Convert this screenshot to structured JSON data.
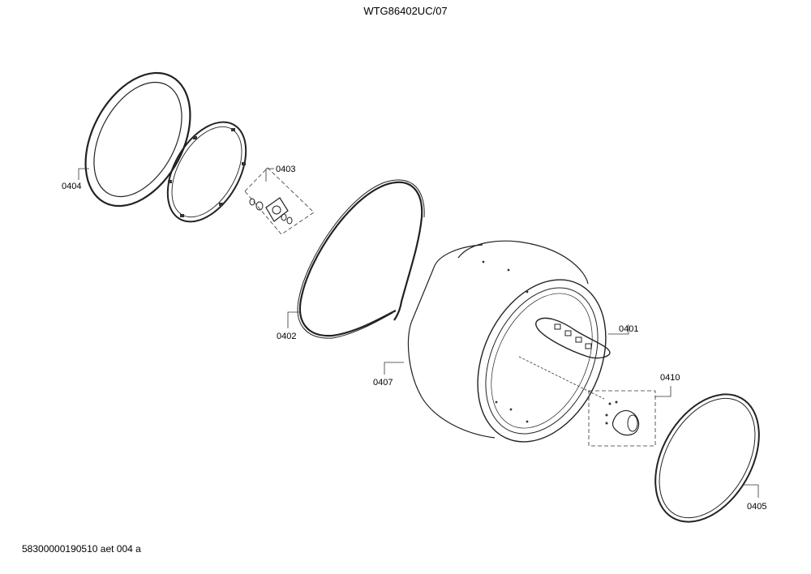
{
  "header": {
    "model": "WTG86402UC/07"
  },
  "footer": {
    "code": "58300000190510 aet 004 a"
  },
  "callouts": {
    "p0401": "0401",
    "p0402": "0402",
    "p0403": "0403",
    "p0404": "0404",
    "p0405": "0405",
    "p0407": "0407",
    "p0410": "0410"
  }
}
